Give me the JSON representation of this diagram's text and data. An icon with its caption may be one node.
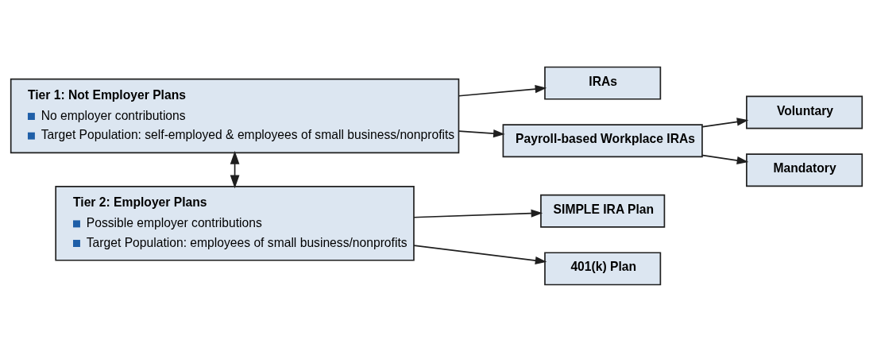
{
  "diagram": {
    "nodes": [
      {
        "text": [
          "Tier 1: Not Employer Plans",
          "No employer contributions",
          "Target Population: self-employed & employees of small business/nonprofits"
        ]
      },
      {
        "text": [
          "IRAs"
        ]
      },
      {
        "text": [
          "Payroll-based Workplace IRAs"
        ]
      },
      {
        "text": [
          "Voluntary"
        ]
      },
      {
        "text": [
          "Mandatory"
        ]
      },
      {
        "text": [
          "Tier 2: Employer Plans",
          "Possible employer contributions",
          "Target Population: employees of small business/nonprofits"
        ]
      },
      {
        "text": [
          "SIMPLE IRA Plan"
        ]
      },
      {
        "text": [
          "401(k) Plan"
        ]
      }
    ],
    "edges": [
      {
        "from": 0,
        "to": 5,
        "arrow": "both"
      },
      {
        "from": 0,
        "to": 1,
        "arrow": "to"
      },
      {
        "from": 0,
        "to": 2,
        "arrow": "to"
      },
      {
        "from": 2,
        "to": 3,
        "arrow": "to"
      },
      {
        "from": 2,
        "to": 4,
        "arrow": "to"
      },
      {
        "from": 5,
        "to": 6,
        "arrow": "to"
      },
      {
        "from": 5,
        "to": 7,
        "arrow": "to"
      }
    ]
  }
}
